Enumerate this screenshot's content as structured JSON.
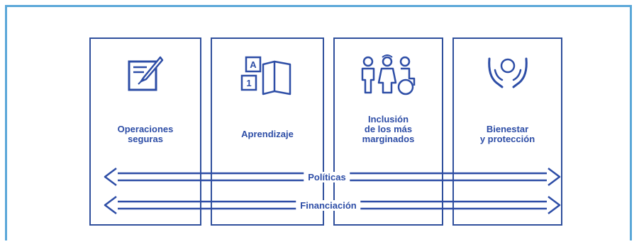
{
  "panels": [
    {
      "label": "Operaciones\nseguras",
      "icon": "document-pen-icon"
    },
    {
      "label": "Aprendizaje",
      "icon": "alphabet-blocks-book-icon"
    },
    {
      "label": "Inclusión\nde los más\nmarginados",
      "icon": "children-wheelchair-icon"
    },
    {
      "label": "Bienestar\ny protección",
      "icon": "hands-person-icon"
    }
  ],
  "arrows": [
    {
      "label": "Políticas"
    },
    {
      "label": "Financiación"
    }
  ],
  "colors": {
    "frame": "#5aa7d8",
    "panel": "#2f4f9c",
    "text": "#2d4da6"
  }
}
